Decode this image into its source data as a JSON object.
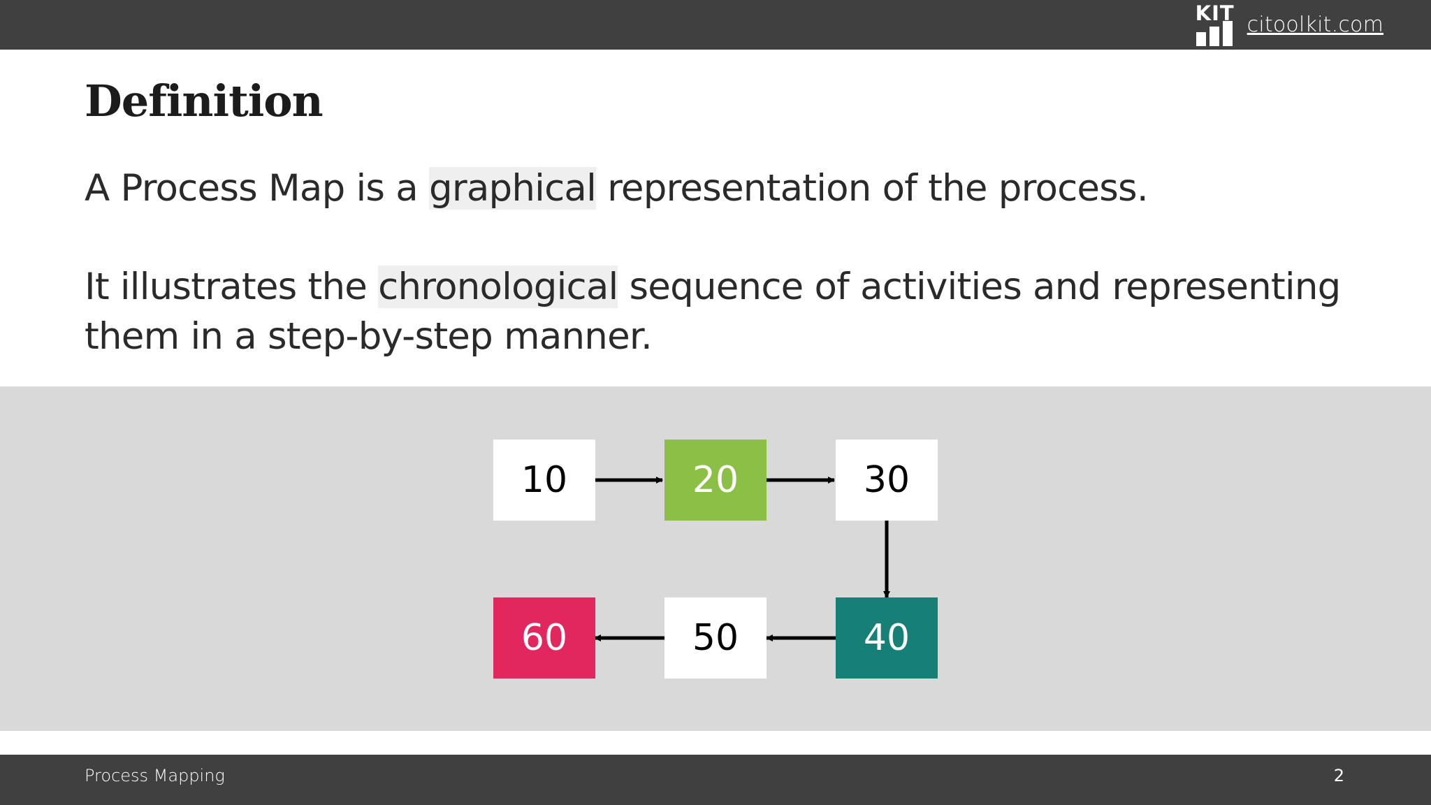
{
  "header": {
    "logo_text": "KIT",
    "site_link": "citoolkit.com"
  },
  "slide": {
    "title": "Definition",
    "para1": {
      "before": "A Process Map is a ",
      "highlight": "graphical",
      "after": " representation of the process."
    },
    "para2": {
      "before": "It illustrates the ",
      "highlight": "chronological",
      "after": " sequence of activities and representing them in a step-by-step manner."
    }
  },
  "diagram": {
    "steps": [
      {
        "label": "10",
        "bg": "#ffffff",
        "fg": "#000000"
      },
      {
        "label": "20",
        "bg": "#8cbf45",
        "fg": "#ffffff"
      },
      {
        "label": "30",
        "bg": "#ffffff",
        "fg": "#000000"
      },
      {
        "label": "40",
        "bg": "#178076",
        "fg": "#ffffff"
      },
      {
        "label": "50",
        "bg": "#ffffff",
        "fg": "#000000"
      },
      {
        "label": "60",
        "bg": "#e2275f",
        "fg": "#ffffff"
      }
    ],
    "flow": [
      "10 → 20",
      "20 → 30",
      "30 → 40",
      "40 → 50",
      "50 → 60"
    ]
  },
  "footer": {
    "label": "Process Mapping",
    "page": "2"
  },
  "colors": {
    "bar": "#404040",
    "band": "#d9d9d9",
    "highlight": "#efefef"
  }
}
